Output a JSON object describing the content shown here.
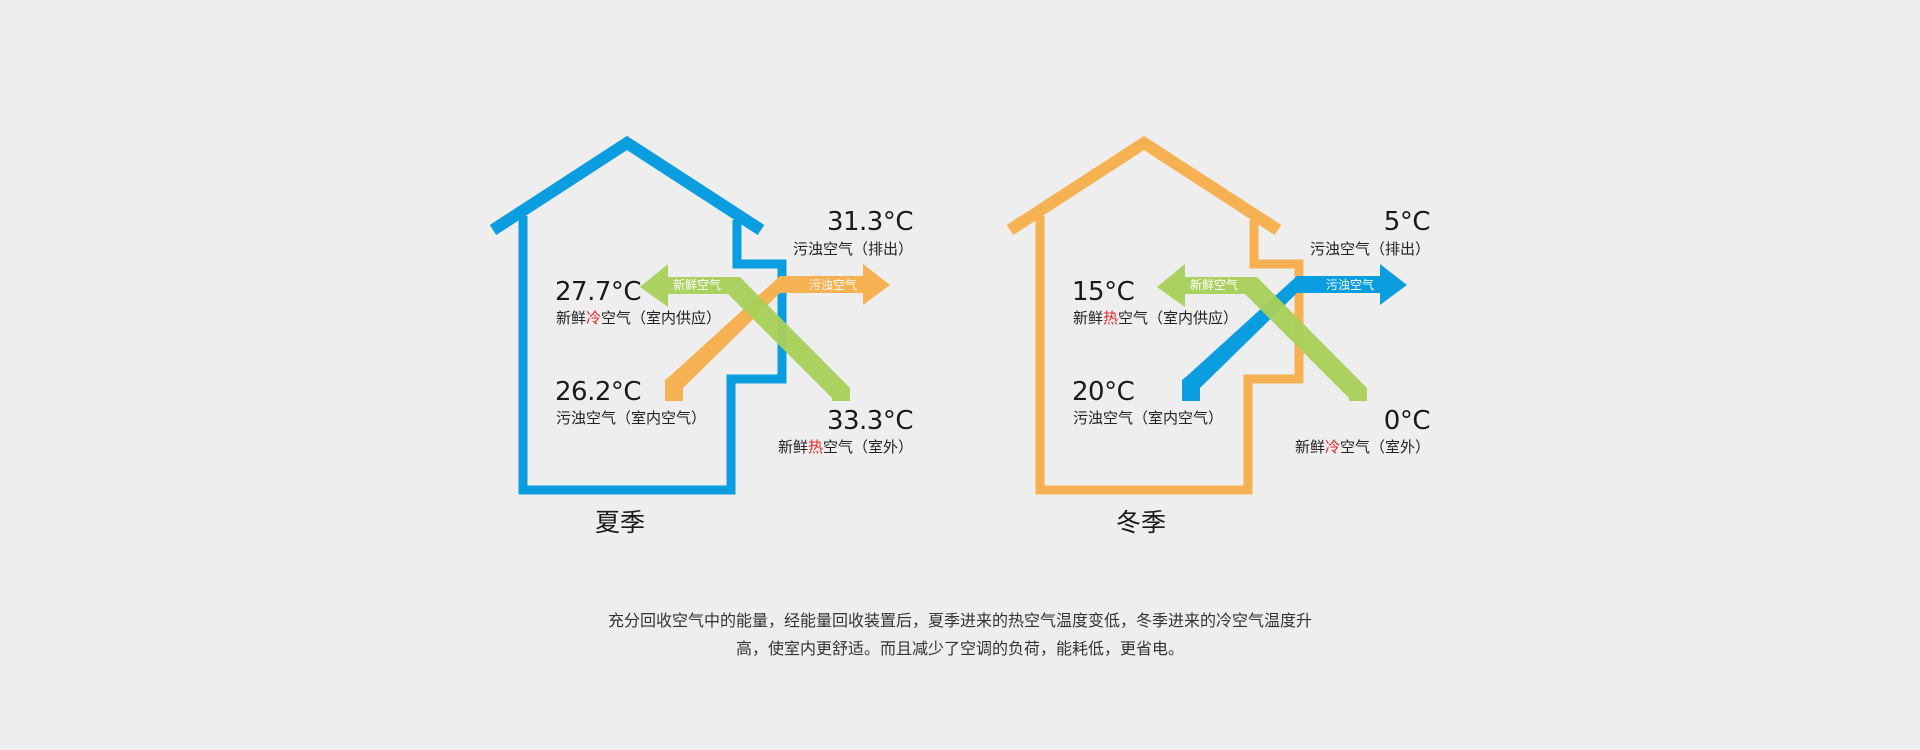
{
  "colors": {
    "background": "#eeeeee",
    "blue": "#0a9de0",
    "orange": "#f5b152",
    "green": "#a8d05a",
    "highlight_red": "#e8262a",
    "text": "#1a1a1a"
  },
  "summer": {
    "season_label": "夏季",
    "house_color": "#0a9de0",
    "exhaust_arrow_color": "#f5b152",
    "fresh_arrow_color": "#a8d05a",
    "arrow_fresh_label": "新鲜空气",
    "arrow_exhaust_label": "污浊空气",
    "supply": {
      "temp": "27.7°C",
      "label_pre": "新鲜",
      "label_highlight": "冷",
      "label_post": "空气（室内供应）"
    },
    "indoor": {
      "temp": "26.2°C",
      "label": "污浊空气（室内空气）"
    },
    "exhaust": {
      "temp": "31.3°C",
      "label": "污浊空气（排出）"
    },
    "outdoor": {
      "temp": "33.3°C",
      "label_pre": "新鲜",
      "label_highlight": "热",
      "label_post": "空气（室外）"
    }
  },
  "winter": {
    "season_label": "冬季",
    "house_color": "#f5b152",
    "exhaust_arrow_color": "#0a9de0",
    "fresh_arrow_color": "#a8d05a",
    "arrow_fresh_label": "新鲜空气",
    "arrow_exhaust_label": "污浊空气",
    "supply": {
      "temp": "15°C",
      "label_pre": "新鲜",
      "label_highlight": "热",
      "label_post": "空气（室内供应）"
    },
    "indoor": {
      "temp": "20°C",
      "label": "污浊空气（室内空气）"
    },
    "exhaust": {
      "temp": "5°C",
      "label": "污浊空气（排出）"
    },
    "outdoor": {
      "temp": "0°C",
      "label_pre": "新鲜",
      "label_highlight": "冷",
      "label_post": "空气（室外）"
    }
  },
  "description": {
    "line1": "充分回收空气中的能量，经能量回收装置后，夏季进来的热空气温度变低，冬季进来的冷空气温度升",
    "line2": "高，使室内更舒适。而且减少了空调的负荷，能耗低，更省电。"
  }
}
